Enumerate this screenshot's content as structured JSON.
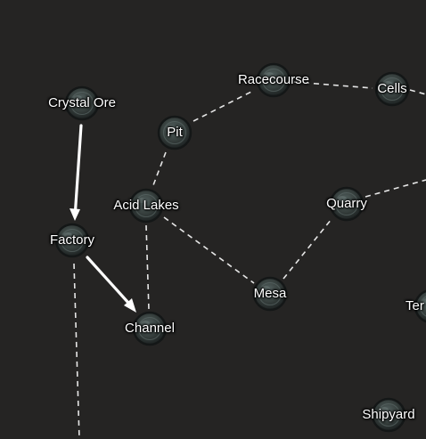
{
  "colors": {
    "background": "#252423",
    "label_text": "#ffffff",
    "dashed_link": "#e6e6e6",
    "arrow_link": "#ffffff",
    "node_rim": "#141717",
    "node_face": "#3c4645"
  },
  "node_icon": "stone-orb-node-icon",
  "nodes": [
    {
      "id": "crystal-ore",
      "label": "Crystal Ore"
    },
    {
      "id": "factory",
      "label": "Factory"
    },
    {
      "id": "channel",
      "label": "Channel"
    },
    {
      "id": "pit",
      "label": "Pit"
    },
    {
      "id": "acid-lakes",
      "label": "Acid Lakes"
    },
    {
      "id": "racecourse",
      "label": "Racecourse"
    },
    {
      "id": "cells",
      "label": "Cells"
    },
    {
      "id": "quarry",
      "label": "Quarry"
    },
    {
      "id": "mesa",
      "label": "Mesa"
    },
    {
      "id": "ter",
      "label": "Ter"
    },
    {
      "id": "shipyard",
      "label": "Shipyard"
    }
  ],
  "links": [
    {
      "from": "crystal-ore",
      "to": "factory",
      "style": "arrow"
    },
    {
      "from": "factory",
      "to": "channel",
      "style": "arrow"
    },
    {
      "from": "factory",
      "to": "offscreen-south",
      "style": "dashed"
    },
    {
      "from": "pit",
      "to": "acid-lakes",
      "style": "dashed"
    },
    {
      "from": "pit",
      "to": "racecourse",
      "style": "dashed"
    },
    {
      "from": "racecourse",
      "to": "cells",
      "style": "dashed"
    },
    {
      "from": "cells",
      "to": "offscreen-east",
      "style": "dashed"
    },
    {
      "from": "acid-lakes",
      "to": "channel",
      "style": "dashed"
    },
    {
      "from": "acid-lakes",
      "to": "mesa",
      "style": "dashed"
    },
    {
      "from": "mesa",
      "to": "quarry",
      "style": "dashed"
    },
    {
      "from": "quarry",
      "to": "offscreen-east",
      "style": "dashed"
    }
  ]
}
